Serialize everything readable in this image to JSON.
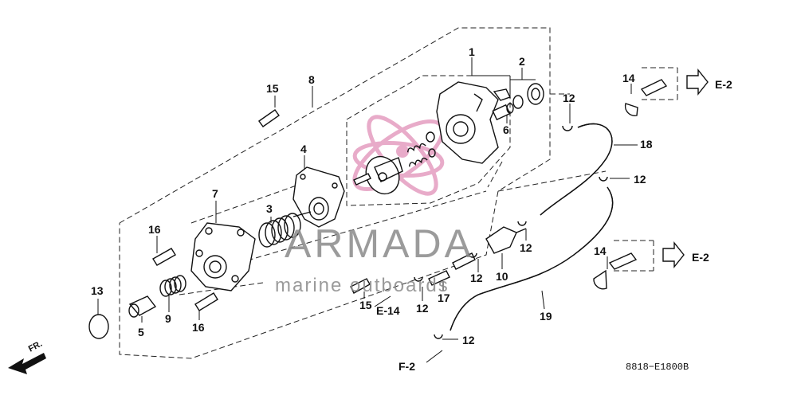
{
  "diagram": {
    "callouts": {
      "c1": "1",
      "c2": "2",
      "c3": "3",
      "c4": "4",
      "c5": "5",
      "c6": "6",
      "c7": "7",
      "c8": "8",
      "c9": "9",
      "c10": "10",
      "c12a": "12",
      "c12b": "12",
      "c12c": "12",
      "c12d": "12",
      "c12e": "12",
      "c12f": "12",
      "c13": "13",
      "c14a": "14",
      "c14b": "14",
      "c15a": "15",
      "c15b": "15",
      "c16a": "16",
      "c16b": "16",
      "c17": "17",
      "c18": "18",
      "c19": "19"
    },
    "refs": {
      "e2_top": "E-2",
      "e2_bottom": "E-2",
      "e14": "E-14",
      "f2": "F-2"
    },
    "direction_label": "FR.",
    "drawing_code": "8818−E1800B"
  },
  "watermark": {
    "brand": "ARMADA",
    "tagline": "marine outboards",
    "logo_color": "#e6a3c4",
    "text_color": "#8a8a8a"
  }
}
